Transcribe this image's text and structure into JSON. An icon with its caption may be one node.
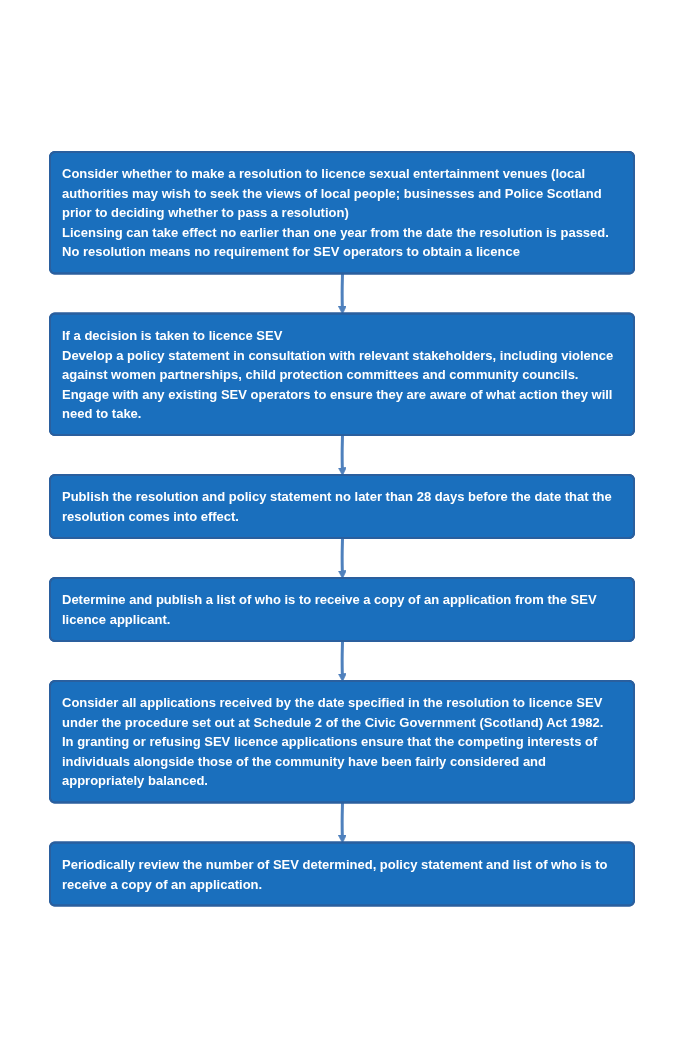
{
  "diagram": {
    "nodes": [
      {
        "text": [
          "Consider whether to make a resolution to licence sexual entertainment venues (local authorities may wish to seek the views of local people; businesses and Police Scotland prior to deciding whether to pass a resolution)",
          "Licensing can take effect no earlier than one year from the date the resolution is passed.",
          "No resolution means no requirement for SEV operators to obtain a licence"
        ]
      },
      {
        "text": [
          "If a decision is taken to licence SEV",
          "Develop a policy statement in consultation with relevant stakeholders, including violence against women partnerships, child protection committees and community councils.",
          "Engage with any existing SEV operators to ensure they are aware of what action they will need to take."
        ]
      },
      {
        "text": [
          "Publish the resolution and policy statement no later than 28 days before the date that the resolution comes into effect."
        ]
      },
      {
        "text": [
          "Determine and publish a list of who is to receive a copy of an application from the SEV licence applicant."
        ]
      },
      {
        "text": [
          "Consider all applications received by the date specified in the resolution to licence SEV under the procedure set out at Schedule 2 of the Civic Government (Scotland) Act 1982.  In granting or refusing SEV licence applications ensure that the competing interests of individuals alongside those of the community have been fairly considered and appropriately balanced."
        ]
      },
      {
        "text": [
          "Periodically review the number of SEV determined, policy statement and list of who is to receive a copy of an application."
        ]
      }
    ],
    "edges": [
      {
        "from": 0,
        "to": 1,
        "arrow": "to"
      },
      {
        "from": 1,
        "to": 2,
        "arrow": "to"
      },
      {
        "from": 2,
        "to": 3,
        "arrow": "to"
      },
      {
        "from": 3,
        "to": 4,
        "arrow": "to"
      },
      {
        "from": 4,
        "to": 5,
        "arrow": "to"
      }
    ]
  }
}
